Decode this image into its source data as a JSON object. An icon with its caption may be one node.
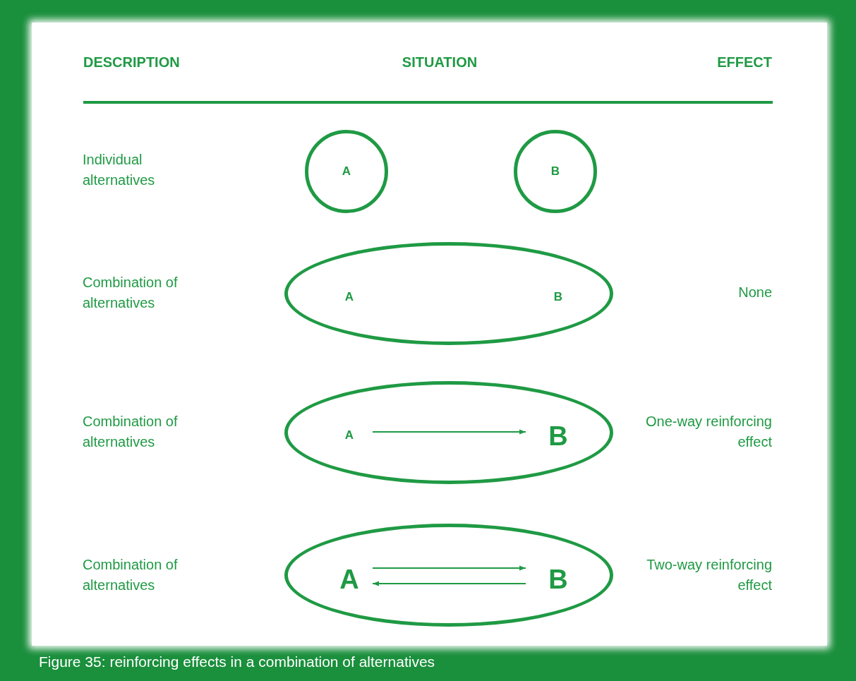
{
  "diagram": {
    "caption": "Figure 35: reinforcing effects in a combination of alternatives",
    "nodes": [
      {
        "text": [
          "A"
        ]
      },
      {
        "text": [
          "B"
        ]
      },
      {
        "text": [],
        "shape": "ellipse"
      },
      {
        "text": [
          "A"
        ],
        "in": 2
      },
      {
        "text": [
          "B"
        ],
        "in": 2
      },
      {
        "text": [],
        "shape": "ellipse"
      },
      {
        "text": [
          "A"
        ],
        "in": 5
      },
      {
        "text": [
          "B"
        ],
        "in": 5
      },
      {
        "text": [],
        "shape": "ellipse"
      },
      {
        "text": [
          "A"
        ],
        "in": 8
      },
      {
        "text": [
          "B"
        ],
        "in": 8
      }
    ],
    "edges": [
      {
        "from": 6,
        "to": 7,
        "arrow": "to"
      },
      {
        "from": 9,
        "to": 10,
        "arrow": "to"
      },
      {
        "from": 10,
        "to": 9,
        "arrow": "to"
      }
    ],
    "labels": [
      "DESCRIPTION",
      "SITUATION",
      "EFFECT",
      "Individual alternatives",
      "Combination of alternatives",
      "None",
      "Combination of alternatives",
      "One-way reinforcing effect",
      "Combination of alternatives",
      "Two-way reinforcing effect"
    ]
  }
}
